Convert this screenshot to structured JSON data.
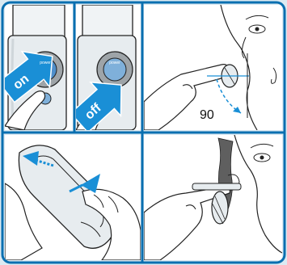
{
  "colors": {
    "frame": "#0a6fb0",
    "frame_fill": "#dbeaf2",
    "arrow_fill": "#1a8fd6",
    "arrow_text": "#ffffff",
    "ink": "#222222",
    "device_grey": "#e7ecef",
    "power_ring": "#9ea4a8",
    "power_button": "#7fb0da",
    "power_button_pressed": "#4f8fcb"
  },
  "panels": {
    "power_on": {
      "button_label": "power",
      "arrow_label": "on",
      "icon": "right-arrow-icon"
    },
    "power_off": {
      "button_label": "power",
      "arrow_label": "off",
      "icon": "right-arrow-icon"
    },
    "angle": {
      "angle_value": "90",
      "icon": "rotation-arrow-icon"
    },
    "clean": {
      "icon": "press-arrow-icon"
    },
    "trim": {
      "icon": "trimmer-icon"
    }
  }
}
